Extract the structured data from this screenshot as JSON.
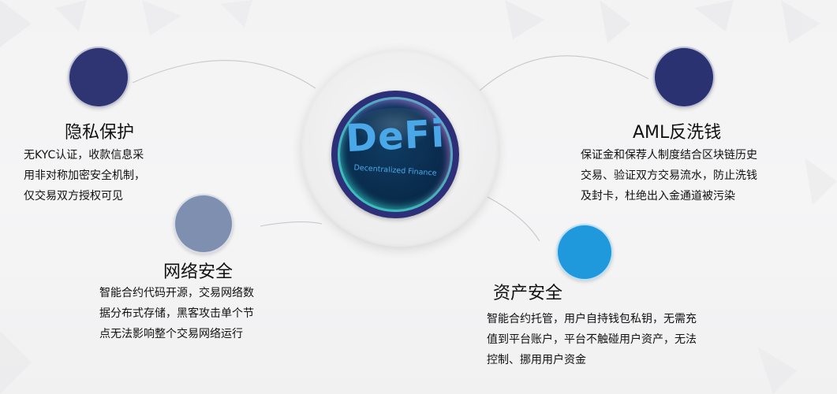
{
  "hub": {
    "title": "DeFi",
    "subtitle": "Decentralized Finance",
    "title_color": "#4aa8e8",
    "rim_color": "#2d2f78"
  },
  "features": [
    {
      "id": "privacy",
      "title": "隐私保护",
      "dot_color": "#2e3572",
      "lines": [
        "无KYC认证，收款信息采",
        "用非对称加密安全机制，",
        "仅交易双方授权可见"
      ]
    },
    {
      "id": "network-security",
      "title": "网络安全",
      "dot_color": "#7f8fb0",
      "lines": [
        "智能合约代码开源，交易网络数",
        "据分布式存储，黑客攻击单个节",
        "点无法影响整个交易网络运行"
      ]
    },
    {
      "id": "aml",
      "title": "AML反洗钱",
      "dot_color": "#2b3272",
      "lines": [
        "保证金和保荐人制度结合区块链历史",
        "交易、验证双方交易流水，防止洗钱",
        "及封卡，杜绝出入金通道被污染"
      ]
    },
    {
      "id": "asset-security",
      "title": "资产安全",
      "dot_color": "#1f98dc",
      "lines": [
        "智能合约托管，用户自持钱包私钥，无需充",
        "值到平台账户，平台不触碰用户资产，无法",
        "控制、挪用用户资金"
      ]
    }
  ]
}
